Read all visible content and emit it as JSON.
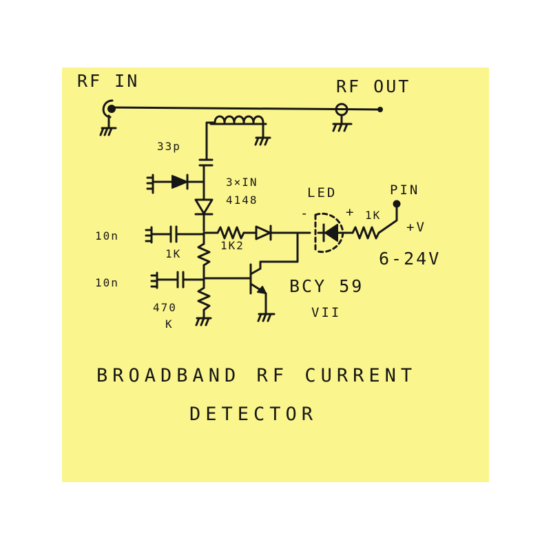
{
  "diagram": {
    "title_line1": "BROADBAND RF CURRENT",
    "title_line2": "DETECTOR",
    "ports": {
      "rf_in": "RF IN",
      "rf_out": "RF OUT",
      "pin": "PIN",
      "supply": "+V",
      "supply_range": "6-24V"
    },
    "components": {
      "coupling_cap": "33p",
      "diodes": "3×IN",
      "diodes_type": "4148",
      "led": "LED",
      "led_minus": "-",
      "led_plus": "+",
      "led_resistor": "1K",
      "series_resistor": "1K2",
      "bias_resistor": "1K",
      "bypass_cap_top": "10n",
      "bypass_cap_bottom": "10n",
      "base_resistor_value": "470",
      "base_resistor_unit": "K",
      "transistor": "BCY 59",
      "transistor_grade": "VII"
    },
    "colors": {
      "paper": "#fbf58d",
      "ink": "#161616"
    }
  }
}
